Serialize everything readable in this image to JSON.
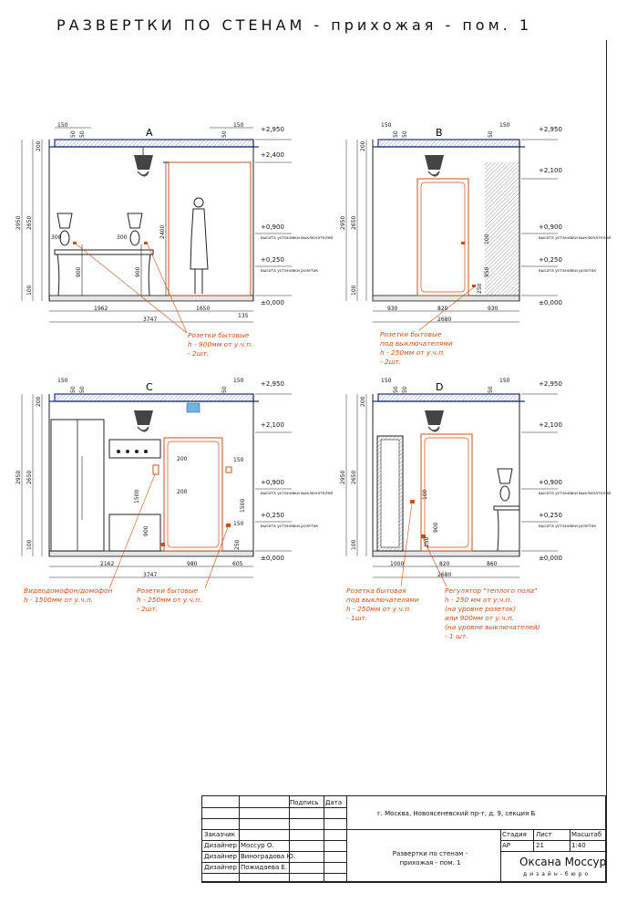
{
  "title": "РАЗВЕРТКИ ПО СТЕНАМ - прихожая - пом. 1",
  "elevations": [
    {
      "id": "A",
      "dims_top": [
        "150",
        "50",
        "50",
        "150",
        "50"
      ],
      "dims_left": [
        "200",
        "2950",
        "2650",
        "100"
      ],
      "dims_inner": [
        "2400",
        "900",
        "900",
        "300",
        "300"
      ],
      "dims_bottom": [
        "1962",
        "1650",
        "135",
        "3747"
      ],
      "levels": [
        {
          "value": "+2,950",
          "note": ""
        },
        {
          "value": "+2,400",
          "note": ""
        },
        {
          "value": "+0,900",
          "note": "высота установки выключателей"
        },
        {
          "value": "+0,250",
          "note": "высота установки розеток"
        },
        {
          "value": "±0,000",
          "note": ""
        }
      ],
      "notes": [
        "Розетки бытовые",
        "h - 900мм от у.ч.п.",
        "- 2шт."
      ]
    },
    {
      "id": "B",
      "dims_top": [
        "150",
        "50",
        "50",
        "150",
        "50"
      ],
      "dims_left": [
        "200",
        "2950",
        "2650",
        "100"
      ],
      "dims_inner": [
        "100",
        "250",
        "950"
      ],
      "dims_bottom": [
        "930",
        "820",
        "930",
        "2680"
      ],
      "levels": [
        {
          "value": "+2,950",
          "note": ""
        },
        {
          "value": "+2,100",
          "note": ""
        },
        {
          "value": "+0,900",
          "note": "высота установки выключателей"
        },
        {
          "value": "+0,250",
          "note": "высота установки розеток"
        },
        {
          "value": "±0,000",
          "note": ""
        }
      ],
      "notes": [
        "Розетки бытовые",
        "под выключателями",
        "h - 250мм от у.ч.п.",
        "- 2шт."
      ]
    },
    {
      "id": "C",
      "dims_top": [
        "150",
        "50",
        "50",
        "150",
        "50"
      ],
      "dims_left": [
        "200",
        "2950",
        "2650",
        "100"
      ],
      "dims_inner": [
        "200",
        "200",
        "1500",
        "900",
        "150",
        "150",
        "1500",
        "250"
      ],
      "dims_bottom": [
        "2162",
        "980",
        "605",
        "3747"
      ],
      "levels": [
        {
          "value": "+2,950",
          "note": ""
        },
        {
          "value": "+2,100",
          "note": ""
        },
        {
          "value": "+0,900",
          "note": "высота установки выключателей"
        },
        {
          "value": "+0,250",
          "note": "высота установки розеток"
        },
        {
          "value": "±0,000",
          "note": ""
        }
      ],
      "notes_left": [
        "Видеодомофон/домофон",
        "h - 1500мм от у.ч.п."
      ],
      "notes": [
        "Розетки бытовые",
        "h - 250мм от у.ч.п.",
        "- 2шт."
      ]
    },
    {
      "id": "D",
      "dims_top": [
        "150",
        "50",
        "50",
        "150",
        "50"
      ],
      "dims_left": [
        "200",
        "2950",
        "2650",
        "100"
      ],
      "dims_inner": [
        "100",
        "250",
        "900"
      ],
      "dims_bottom": [
        "1000",
        "820",
        "860",
        "2680"
      ],
      "levels": [
        {
          "value": "+2,950",
          "note": ""
        },
        {
          "value": "+2,100",
          "note": ""
        },
        {
          "value": "+0,900",
          "note": "высота установки выключателей"
        },
        {
          "value": "+0,250",
          "note": "высота установки розеток"
        },
        {
          "value": "±0,000",
          "note": ""
        }
      ],
      "notes_left": [
        "Розетка бытовая",
        "под выключателями",
        "h - 250мм от у.ч.п.",
        "- 1шт."
      ],
      "notes": [
        "Регулятор \"теплого пола\"",
        "h - 250 мм от у.ч.п.",
        "(на уровне розеток)",
        "или 900мм от у.ч.п.",
        "(на уровне выключателей)",
        "- 1 шт."
      ]
    }
  ],
  "title_block": {
    "sign_label": "Подпись",
    "date_label": "Дата",
    "address": "г. Москва, Новоясеневский пр-т, д. 9, секция Б",
    "customer_label": "Заказчик",
    "rows": [
      {
        "role": "Дизайнер",
        "name": "Моссур О."
      },
      {
        "role": "Дизайнер",
        "name": "Виноградова Ю."
      },
      {
        "role": "Дизайнер",
        "name": "Пожидаева Е."
      }
    ],
    "sheet_title": "Развертки по стенам - прихожая - пом. 1",
    "stage_label": "Стадия",
    "sheet_label": "Лист",
    "scale_label": "Масштаб",
    "stage": "АР",
    "sheet": "21",
    "scale": "1:40",
    "brand_name": "Оксана Моссур",
    "brand_sub": "дизайн-бюро"
  }
}
